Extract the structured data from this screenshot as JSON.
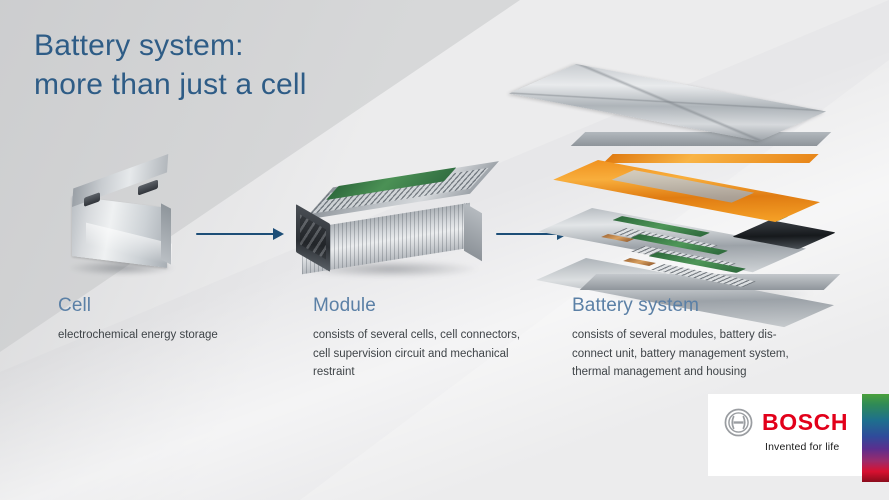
{
  "slide": {
    "title": "Battery system:\nmore than just a cell",
    "title_color": "#2e5c86",
    "background_color": "#d7d8d9"
  },
  "columns": [
    {
      "id": "cell",
      "heading": "Cell",
      "description": "electrochemical energy storage",
      "image_name": "prismatic-battery-cell-photo"
    },
    {
      "id": "module",
      "heading": "Module",
      "description": "consists of several cells, cell connectors,\ncell supervision circuit and mechanical\nrestraint",
      "image_name": "battery-module-photo"
    },
    {
      "id": "system",
      "heading": "Battery system",
      "description": "consists of several modules, battery dis-\nconnect unit, battery management system,\nthermal management and housing",
      "image_name": "battery-system-exploded-view-photo"
    }
  ],
  "arrows": [
    {
      "id": "arrow-cell-to-module",
      "icon": "arrow-right-icon"
    },
    {
      "id": "arrow-module-to-system",
      "icon": "arrow-right-icon"
    }
  ],
  "logo": {
    "wordmark": "BOSCH",
    "tagline": "Invented for life",
    "symbol_name": "bosch-armature-icon",
    "wordmark_color": "#e2001a",
    "stripe_name": "bosch-supergraphic-stripe"
  },
  "accent_colors": {
    "heading_blue": "#5b80a6",
    "title_blue": "#2e5c86",
    "arrow_blue": "#1d4e77",
    "body_gray": "#3f4448"
  }
}
